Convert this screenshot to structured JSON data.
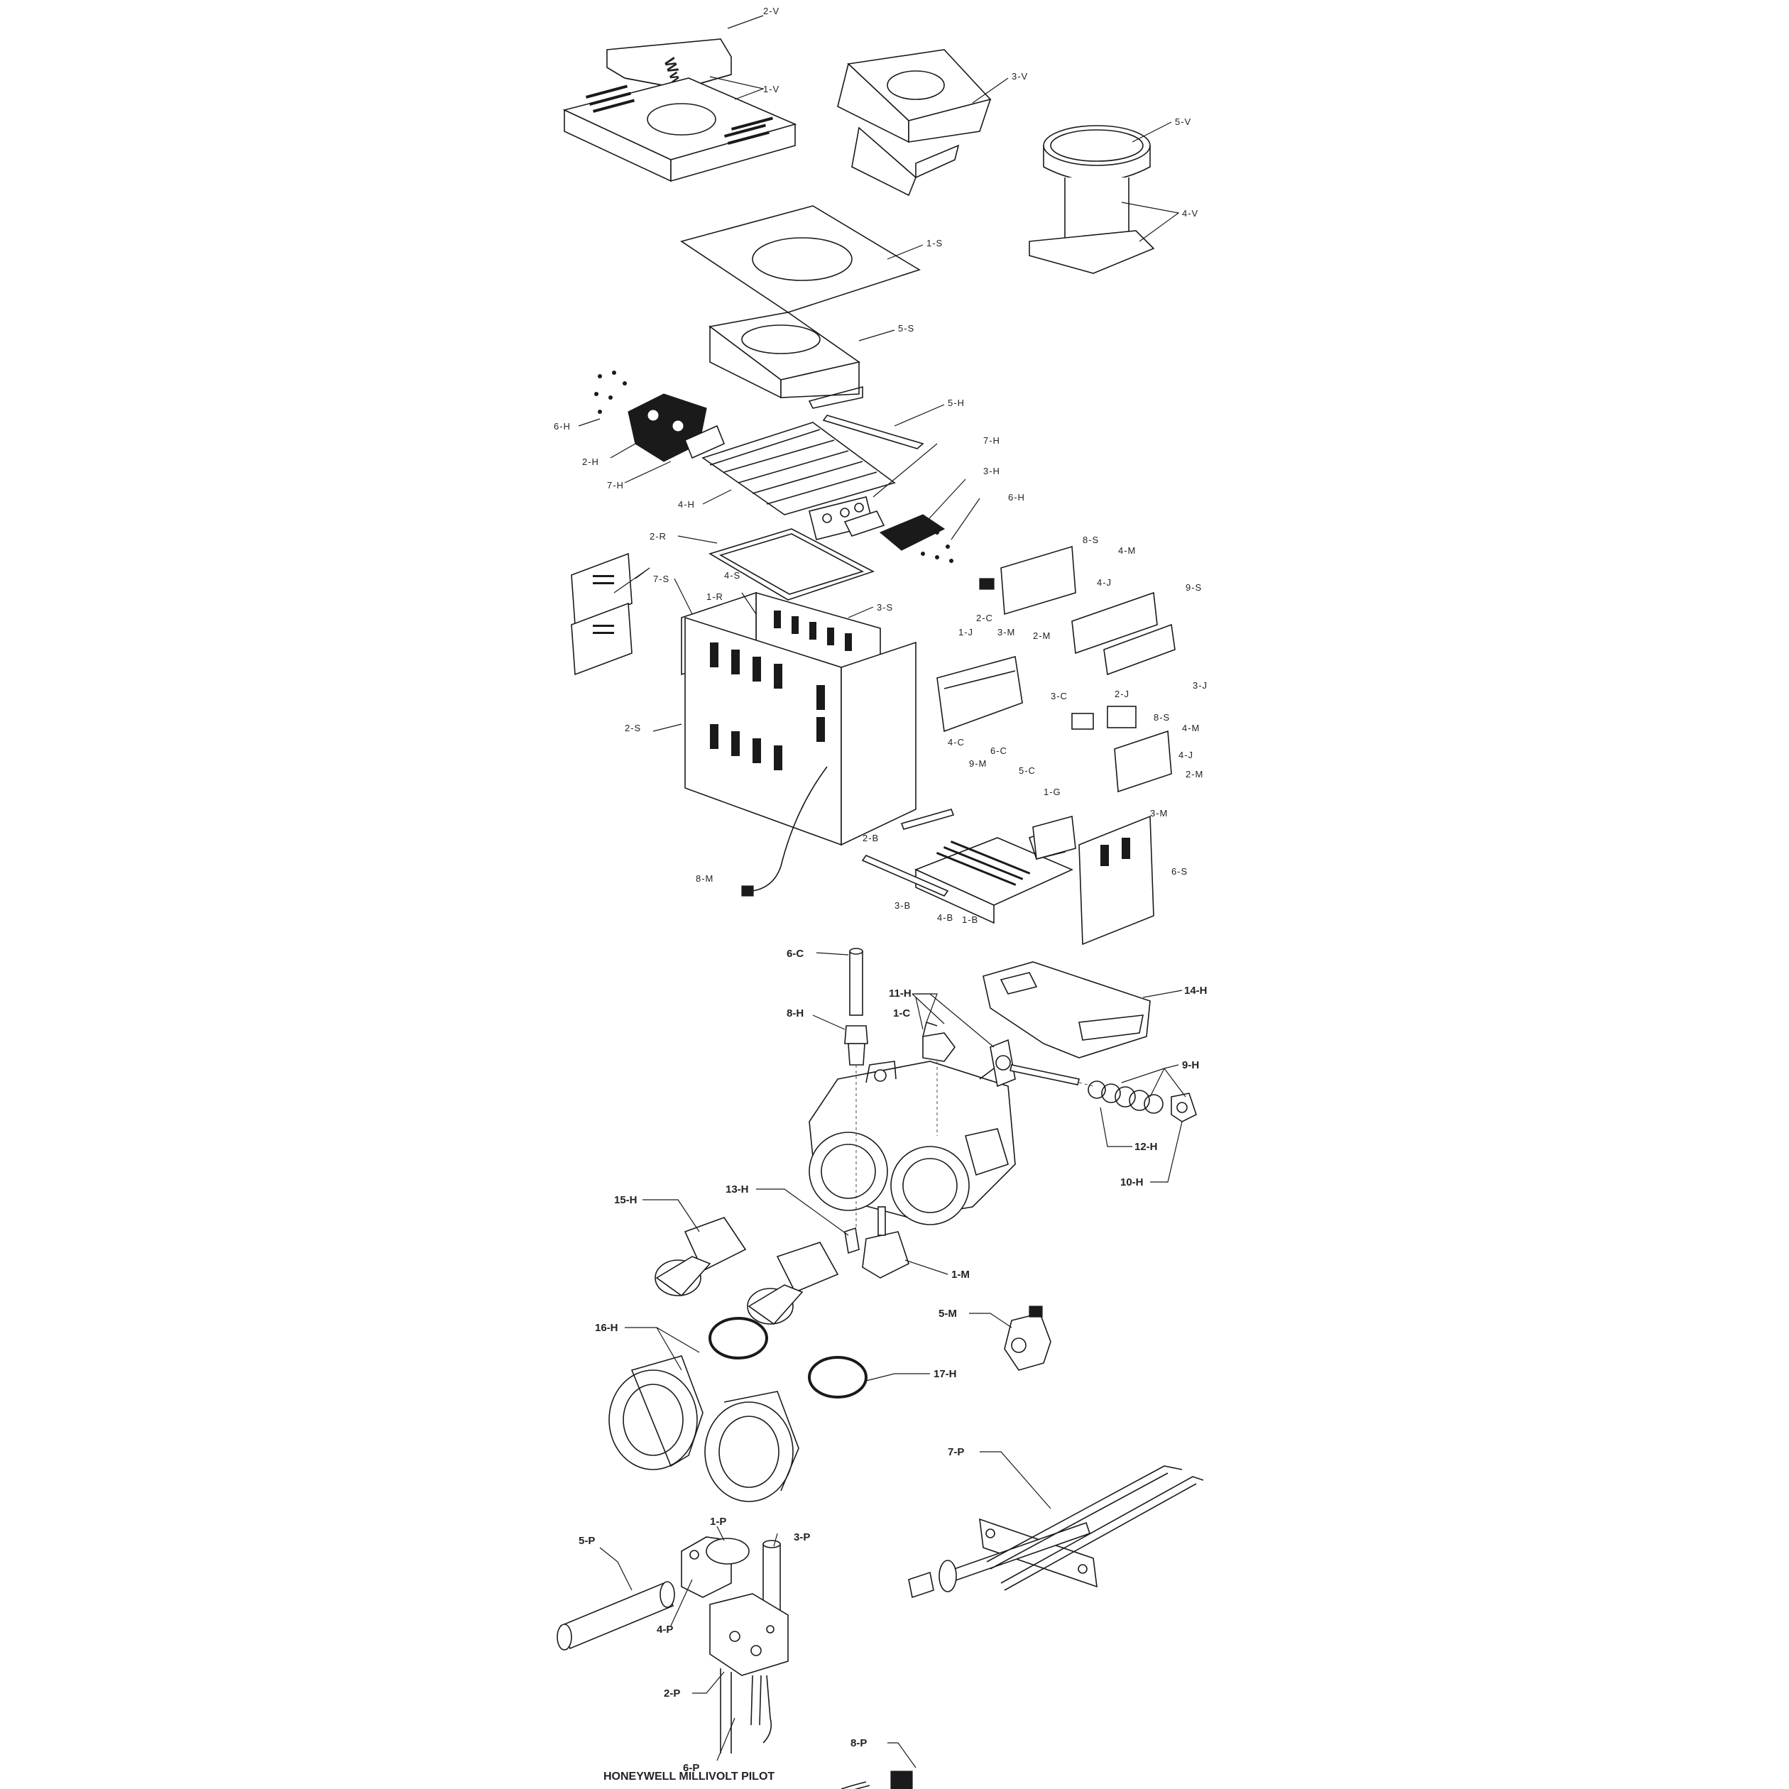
{
  "title": "HONEYWELL MILLIVOLT PILOT",
  "labels": {
    "v1": "1-V",
    "v2": "2-V",
    "v3": "3-V",
    "v4": "4-V",
    "v5": "5-V",
    "s1": "1-S",
    "s2": "2-S",
    "s3": "3-S",
    "s4": "4-S",
    "s5": "5-S",
    "s6": "6-S",
    "s7": "7-S",
    "s8a": "8-S",
    "s8b": "8-S",
    "s9": "9-S",
    "h2": "2-H",
    "h3": "3-H",
    "h4": "4-H",
    "h5": "5-H",
    "h6a": "6-H",
    "h6b": "6-H",
    "h7a": "7-H",
    "h7b": "7-H",
    "r1": "1-R",
    "r2": "2-R",
    "c2": "2-C",
    "c3": "3-C",
    "c4": "4-C",
    "c5": "5-C",
    "c6": "6-C",
    "m2a": "2-M",
    "m2b": "2-M",
    "m3a": "3-M",
    "m3b": "3-M",
    "m4a": "4-M",
    "m4b": "4-M",
    "m8": "8-M",
    "m9": "9-M",
    "j1": "1-J",
    "j2": "2-J",
    "j3": "3-J",
    "j4a": "4-J",
    "j4b": "4-J",
    "g1": "1-G",
    "b1": "1-B",
    "b2": "2-B",
    "b3": "3-B",
    "b4": "4-B",
    "L_c6": "6-C",
    "L_h8": "8-H",
    "L_h11": "11-H",
    "L_c1": "1-C",
    "L_h14": "14-H",
    "L_h9": "9-H",
    "L_h12": "12-H",
    "L_h10": "10-H",
    "L_h15": "15-H",
    "L_h13": "13-H",
    "L_m1": "1-M",
    "L_m5": "5-M",
    "L_h16": "16-H",
    "L_h17": "17-H",
    "L_p7": "7-P",
    "L_p1": "1-P",
    "L_p3": "3-P",
    "L_p5": "5-P",
    "L_p4": "4-P",
    "L_p2": "2-P",
    "L_p6": "6-P",
    "L_p8": "8-P"
  }
}
